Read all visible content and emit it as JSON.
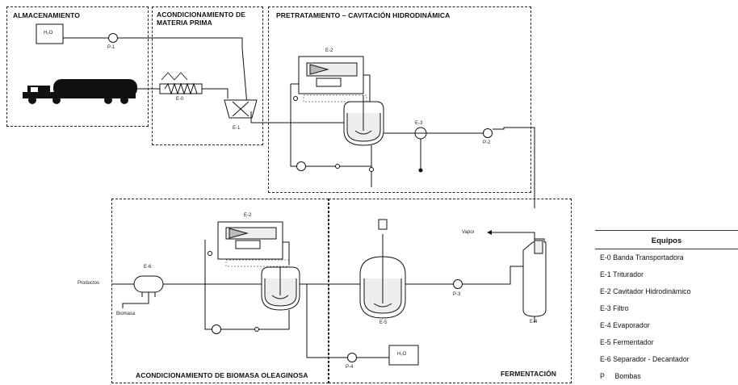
{
  "sections": {
    "almacenamiento": "ALMACENAMIENTO",
    "acondicionamiento_materia": "ACONDICIONAMIENTO DE MATERIA PRIMA",
    "pretratamiento": "PRETRATAMIENTO – CAVITACIÓN HIDRODINÁMICA",
    "acondicionamiento_biomasa": "ACONDICIONAMIENTO DE BIOMASA OLEAGINOSA",
    "fermentacion": "FERMENTACIÓN"
  },
  "tags": {
    "h2o_top": "H₂O",
    "p1": "P-1",
    "e0": "E-0",
    "e1": "E-1",
    "e2_top": "E-2",
    "e3": "E-3",
    "p2": "P-2",
    "e2_bottom": "E-2",
    "e6": "E-6",
    "productos": "Productos",
    "biomasa": "Biomasa",
    "e5": "E-5",
    "p3": "P-3",
    "vapor": "Vapor",
    "e4": "E-4",
    "p4": "P-4",
    "h2o_bottom": "H₂O"
  },
  "legend": {
    "title": "Equipos",
    "items": [
      {
        "code": "E-0",
        "text": "Banda Transportadora"
      },
      {
        "code": "E-1",
        "text": "Triturador"
      },
      {
        "code": "E-2",
        "text": "Cavitador Hidrodinámico"
      },
      {
        "code": "E-3",
        "text": "Filtro"
      },
      {
        "code": "E-4",
        "text": "Evaporador"
      },
      {
        "code": "E-5",
        "text": "Fermentador"
      },
      {
        "code": "E-6",
        "text": "Separador - Decantador"
      },
      {
        "code": "P",
        "text": "Bombas"
      }
    ]
  }
}
